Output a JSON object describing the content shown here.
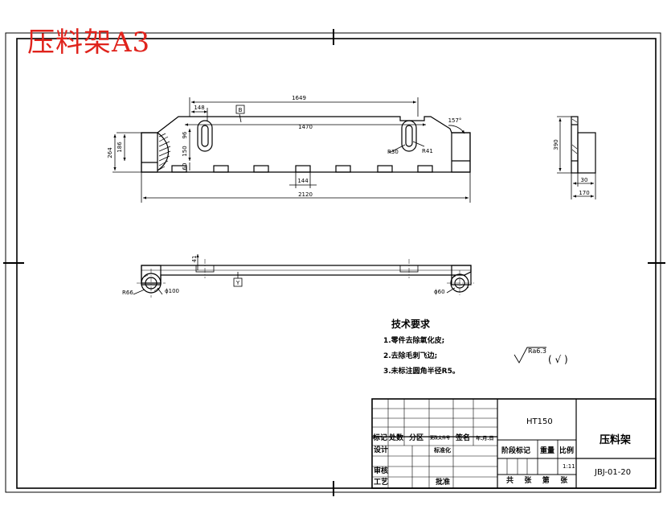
{
  "header": {
    "title": "压料架A3"
  },
  "front_view": {
    "dims": {
      "d1649": "1649",
      "d148": "148",
      "d1470": "1470",
      "d157deg": "157°",
      "d264": "264",
      "d186": "186",
      "d150": "150",
      "d96": "96",
      "d60": "60",
      "d144": "144",
      "d2120": "2120",
      "r30": "R30",
      "r41": "R41",
      "datum_b": "B"
    }
  },
  "side_view": {
    "dims": {
      "d390": "390",
      "d30": "30",
      "d170": "170"
    }
  },
  "top_view": {
    "dims": {
      "d41": "41",
      "r66": "R66",
      "phi100": "ϕ100",
      "phi60": "ϕ60",
      "datum_y": "Y"
    }
  },
  "tech": {
    "title": "技术要求",
    "items": [
      "1.零件去除氧化皮;",
      "2.去除毛刺飞边;",
      "3.未标注圆角半径R5。"
    ]
  },
  "roughness": {
    "value": "Ra6.3",
    "paren": "( √ )"
  },
  "title_block": {
    "material": "HT150",
    "part_name": "压料架",
    "drawing_no": "JBJ-01-20",
    "scale": "1:11",
    "labels": {
      "mark": "标记",
      "count": "处数",
      "zone": "分区",
      "change_doc": "更改文件号",
      "signature": "签名",
      "date": "年.月.日",
      "design": "设计",
      "standardize": "标准化",
      "review": "审核",
      "process": "工艺",
      "approve": "批准",
      "stage_mark": "阶段标记",
      "weight": "重量",
      "scale_label": "比例",
      "sheets": "共   张   第   张"
    }
  }
}
